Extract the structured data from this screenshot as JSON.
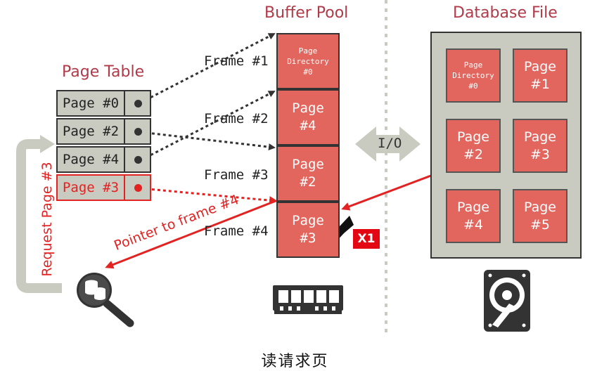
{
  "titles": {
    "buffer_pool": "Buffer Pool",
    "database_file": "Database File",
    "page_table": "Page Table"
  },
  "page_table": {
    "rows": [
      {
        "label": "Page #0"
      },
      {
        "label": "Page #2"
      },
      {
        "label": "Page #4"
      },
      {
        "label": "Page #3"
      }
    ]
  },
  "buffer_pool": {
    "frame_labels": [
      "Frame #1",
      "Frame #2",
      "Frame #3",
      "Frame #4"
    ],
    "frames": [
      {
        "l1": "Page",
        "l2": "Directory",
        "l3": "#0"
      },
      {
        "l1": "Page",
        "l2": "#4"
      },
      {
        "l1": "Page",
        "l2": "#2"
      },
      {
        "l1": "Page",
        "l2": "#3"
      }
    ]
  },
  "database_file": {
    "pages": [
      {
        "l1": "Page",
        "l2": "Directory",
        "l3": "#0"
      },
      {
        "l1": "Page",
        "l2": "#1"
      },
      {
        "l1": "Page",
        "l2": "#2"
      },
      {
        "l1": "Page",
        "l2": "#3"
      },
      {
        "l1": "Page",
        "l2": "#4"
      },
      {
        "l1": "Page",
        "l2": "#5"
      }
    ]
  },
  "io_label": "I/O",
  "pin_badge": "X1",
  "request_label": "Request Page #3",
  "pointer_label": "Pointer to frame #4",
  "caption": "读请求页",
  "colors": {
    "accent_red": "#e32222",
    "page_fill": "#e3665e",
    "table_fill": "#c9cbc1",
    "title": "#b03a48"
  }
}
